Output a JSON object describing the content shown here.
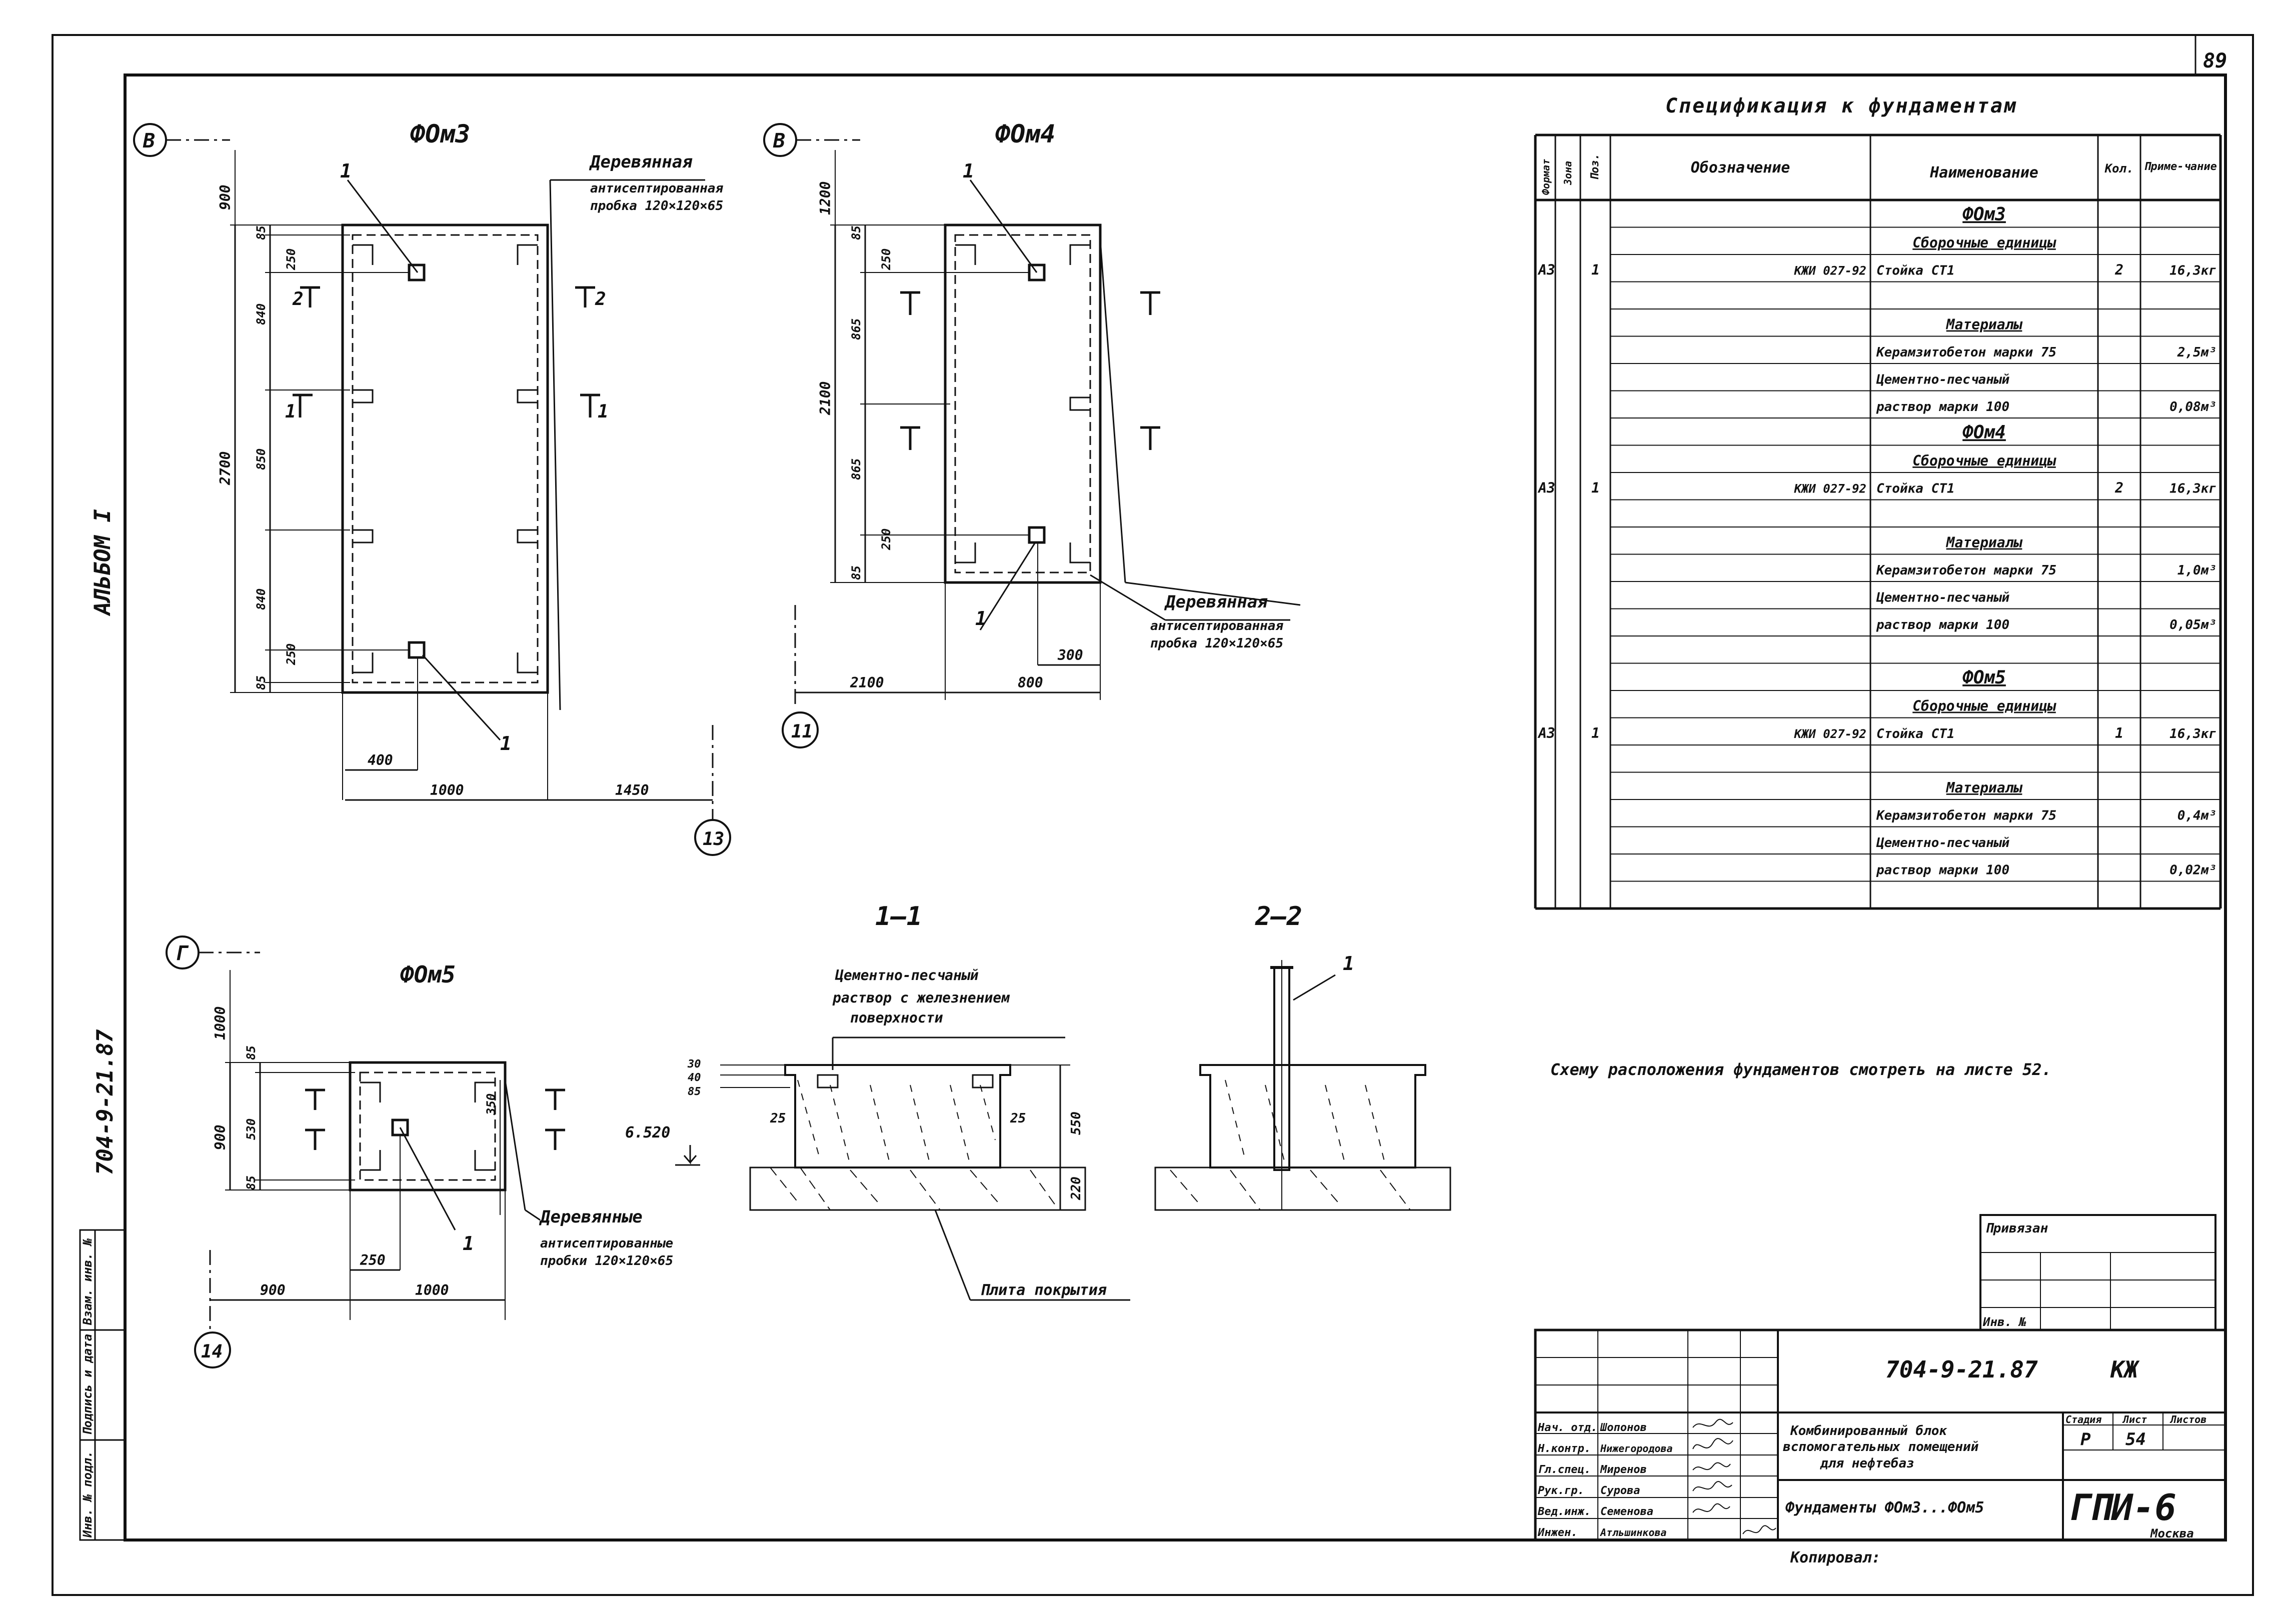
{
  "sheet": {
    "page_number": "89",
    "album_label": "АЛЬБОМ I",
    "side_code": "704-9-21.87",
    "side_stamp_cells": [
      "Инв. № подл.",
      "Подпись и дата",
      "Взам. инв. №"
    ]
  },
  "plan_fom3": {
    "title": "ФОм3",
    "axis_left": "В",
    "axis_bottom": "13",
    "dim_top": "900",
    "dims_vertical": [
      "85",
      "250",
      "840",
      "850",
      "840",
      "250",
      "85"
    ],
    "dim_total_vertical": "2700",
    "dim_x_400": "400",
    "dim_x_1000": "1000",
    "dim_x_1450": "1450",
    "callout_wood_title": "Деревянная",
    "callout_wood_line2": "антисептированная",
    "callout_wood_line3": "пробка 120×120×65",
    "item_mark": "1",
    "section_1": "1",
    "section_2": "2"
  },
  "plan_fom4": {
    "title": "ФОм4",
    "axis_left": "В",
    "axis_bottom": "11",
    "dim_top": "1200",
    "dims_vertical": [
      "85",
      "250",
      "865",
      "865",
      "250",
      "85"
    ],
    "dim_total_vertical": "2100",
    "dim_x_2100": "2100",
    "dim_x_800": "800",
    "dim_x_300": "300",
    "callout_wood_title": "Деревянная",
    "callout_wood_line2": "антисептированная",
    "callout_wood_line3": "пробка 120×120×65",
    "item_mark": "1"
  },
  "plan_fom5": {
    "title": "ФОм5",
    "axis_left": "Г",
    "axis_bottom": "14",
    "dim_top": "1000",
    "dims_vertical": [
      "85",
      "350",
      "530",
      "85"
    ],
    "dim_total_vertical": "900",
    "dim_x_900": "900",
    "dim_x_1000": "1000",
    "dim_x_250": "250",
    "dim_x_350": "350",
    "callout_wood_title": "Деревянные",
    "callout_wood_line2": "антисептированные",
    "callout_wood_line3": "пробки 120×120×65",
    "item_mark": "1"
  },
  "section_11": {
    "title": "1–1",
    "note_line1": "Цементно-песчаный",
    "note_line2": "раствор с железнением",
    "note_line3": "поверхности",
    "dims_left": [
      "30",
      "40",
      "85"
    ],
    "dim_25_left": "25",
    "dim_25_right": "25",
    "dim_550": "550",
    "dim_220": "220",
    "elevation": "6.520",
    "slab_label": "Плита покрытия"
  },
  "section_22": {
    "title": "2–2",
    "item_mark": "1"
  },
  "spec": {
    "title": "Спецификация к фундаментам",
    "headers": [
      "Формат",
      "Зона",
      "Поз.",
      "Обозначение",
      "Наименование",
      "Кол.",
      "Приме-чание"
    ],
    "rows": [
      {
        "f": "",
        "z": "",
        "p": "",
        "d": "",
        "n": "ФОм3",
        "k": "",
        "r": "",
        "kind": "title"
      },
      {
        "f": "",
        "z": "",
        "p": "",
        "d": "",
        "n": "Сборочные единицы",
        "k": "",
        "r": "",
        "kind": "sub"
      },
      {
        "f": "А3",
        "z": "",
        "p": "1",
        "d": "КЖИ 027-92",
        "n": "Стойка СТ1",
        "k": "2",
        "r": "16,3кг",
        "kind": "row"
      },
      {
        "f": "",
        "z": "",
        "p": "",
        "d": "",
        "n": "",
        "k": "",
        "r": "",
        "kind": "row"
      },
      {
        "f": "",
        "z": "",
        "p": "",
        "d": "",
        "n": "Материалы",
        "k": "",
        "r": "",
        "kind": "sub"
      },
      {
        "f": "",
        "z": "",
        "p": "",
        "d": "",
        "n": "Керамзитобетон марки 75",
        "k": "",
        "r": "2,5м³",
        "kind": "row"
      },
      {
        "f": "",
        "z": "",
        "p": "",
        "d": "",
        "n": "Цементно-песчаный",
        "k": "",
        "r": "",
        "kind": "row"
      },
      {
        "f": "",
        "z": "",
        "p": "",
        "d": "",
        "n": "раствор марки 100",
        "k": "",
        "r": "0,08м³",
        "kind": "row"
      },
      {
        "f": "",
        "z": "",
        "p": "",
        "d": "",
        "n": "ФОм4",
        "k": "",
        "r": "",
        "kind": "title"
      },
      {
        "f": "",
        "z": "",
        "p": "",
        "d": "",
        "n": "Сборочные единицы",
        "k": "",
        "r": "",
        "kind": "sub"
      },
      {
        "f": "А3",
        "z": "",
        "p": "1",
        "d": "КЖИ 027-92",
        "n": "Стойка СТ1",
        "k": "2",
        "r": "16,3кг",
        "kind": "row"
      },
      {
        "f": "",
        "z": "",
        "p": "",
        "d": "",
        "n": "",
        "k": "",
        "r": "",
        "kind": "row"
      },
      {
        "f": "",
        "z": "",
        "p": "",
        "d": "",
        "n": "Материалы",
        "k": "",
        "r": "",
        "kind": "sub"
      },
      {
        "f": "",
        "z": "",
        "p": "",
        "d": "",
        "n": "Керамзитобетон марки 75",
        "k": "",
        "r": "1,0м³",
        "kind": "row"
      },
      {
        "f": "",
        "z": "",
        "p": "",
        "d": "",
        "n": "Цементно-песчаный",
        "k": "",
        "r": "",
        "kind": "row"
      },
      {
        "f": "",
        "z": "",
        "p": "",
        "d": "",
        "n": "раствор марки 100",
        "k": "",
        "r": "0,05м³",
        "kind": "row"
      },
      {
        "f": "",
        "z": "",
        "p": "",
        "d": "",
        "n": "",
        "k": "",
        "r": "",
        "kind": "row"
      },
      {
        "f": "",
        "z": "",
        "p": "",
        "d": "",
        "n": "ФОм5",
        "k": "",
        "r": "",
        "kind": "title"
      },
      {
        "f": "",
        "z": "",
        "p": "",
        "d": "",
        "n": "Сборочные единицы",
        "k": "",
        "r": "",
        "kind": "sub"
      },
      {
        "f": "А3",
        "z": "",
        "p": "1",
        "d": "КЖИ 027-92",
        "n": "Стойка СТ1",
        "k": "1",
        "r": "16,3кг",
        "kind": "row"
      },
      {
        "f": "",
        "z": "",
        "p": "",
        "d": "",
        "n": "",
        "k": "",
        "r": "",
        "kind": "row"
      },
      {
        "f": "",
        "z": "",
        "p": "",
        "d": "",
        "n": "Материалы",
        "k": "",
        "r": "",
        "kind": "sub"
      },
      {
        "f": "",
        "z": "",
        "p": "",
        "d": "",
        "n": "Керамзитобетон марки 75",
        "k": "",
        "r": "0,4м³",
        "kind": "row"
      },
      {
        "f": "",
        "z": "",
        "p": "",
        "d": "",
        "n": "Цементно-песчаный",
        "k": "",
        "r": "",
        "kind": "row"
      },
      {
        "f": "",
        "z": "",
        "p": "",
        "d": "",
        "n": "раствор марки 100",
        "k": "",
        "r": "0,02м³",
        "kind": "row"
      },
      {
        "f": "",
        "z": "",
        "p": "",
        "d": "",
        "n": "",
        "k": "",
        "r": "",
        "kind": "row"
      }
    ]
  },
  "note": "Схему расположения фундаментов смотреть на листе 52.",
  "binding": {
    "label": "Привязан",
    "inv_label": "Инв. №"
  },
  "title_block": {
    "code": "704-9-21.87",
    "mark": "КЖ",
    "project_line1": "Комбинированный блок",
    "project_line2": "вспомогательных помещений",
    "project_line3": "для нефтебаз",
    "sheet_name": "Фундаменты ФОм3...ФОм5",
    "col_stage": "Стадия",
    "col_sheet": "Лист",
    "col_sheets": "Листов",
    "stage": "Р",
    "sheet": "54",
    "org": "ГПИ-6",
    "city": "Москва",
    "copied": "Копировал:",
    "signers": [
      {
        "role": "Нач. отд.",
        "name": "Шопонов"
      },
      {
        "role": "Н.контр.",
        "name": "Нижегородова"
      },
      {
        "role": "Гл.спец.",
        "name": "Миренов"
      },
      {
        "role": "Рук.гр.",
        "name": "Сурова"
      },
      {
        "role": "Вед.инж.",
        "name": "Семенова"
      },
      {
        "role": "Инжен.",
        "name": "Атльшинкова"
      }
    ]
  }
}
